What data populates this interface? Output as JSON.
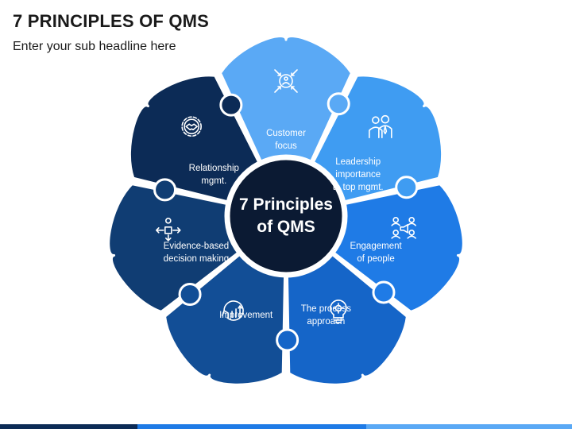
{
  "header": {
    "title": "7 PRINCIPLES OF QMS",
    "subtitle": "Enter your sub headline here"
  },
  "center": {
    "line1": "7 Principles",
    "line2": "of QMS",
    "fill": "#0b1a33",
    "ring": "#ffffff"
  },
  "segments": [
    {
      "label_lines": [
        "Customer",
        "focus"
      ],
      "icon": "customer-focus-icon",
      "color": "#5aa9f5"
    },
    {
      "label_lines": [
        "Leadership",
        "importance",
        "to top mgmt."
      ],
      "icon": "leadership-team-icon",
      "color": "#3f9cf2"
    },
    {
      "label_lines": [
        "Engagement",
        "of people"
      ],
      "icon": "people-engagement-icon",
      "color": "#1f7be6"
    },
    {
      "label_lines": [
        "The process",
        "approach"
      ],
      "icon": "lightbulb-gear-icon",
      "color": "#1565c8"
    },
    {
      "label_lines": [
        "Improvement"
      ],
      "icon": "growth-chart-icon",
      "color": "#124e96"
    },
    {
      "label_lines": [
        "Evidence-based",
        "decision making"
      ],
      "icon": "decision-arrows-icon",
      "color": "#103d73"
    },
    {
      "label_lines": [
        "Relationship",
        "mgmt."
      ],
      "icon": "handshake-gear-icon",
      "color": "#0c2b56"
    }
  ],
  "bottom_bar_colors": [
    "#0c2b56",
    "#1f7be6",
    "#5aa9f5"
  ]
}
